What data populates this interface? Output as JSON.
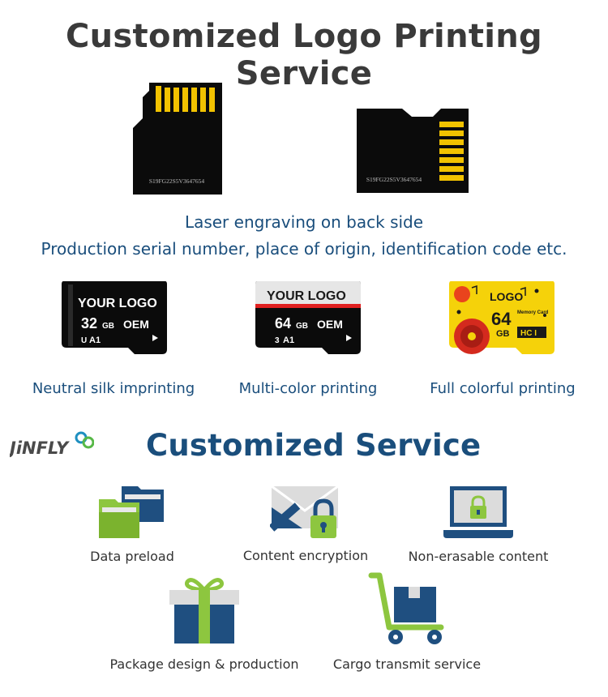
{
  "title": "Customized Logo Printing Service",
  "cards_back": {
    "serial_left": "S19FG22S5V3647654",
    "serial_right": "S19FG22S5V3647654"
  },
  "engraving": {
    "line1": "Laser engraving on back side",
    "line2": "Production serial number, place of origin, identification code etc."
  },
  "printing_options": [
    {
      "label": "Neutral silk imprinting",
      "logo": "YOUR LOGO",
      "capacity": "32",
      "unit": "GB",
      "brand": "OEM",
      "class": "A1"
    },
    {
      "label": "Multi-color printing",
      "logo": "YOUR LOGO",
      "capacity": "64",
      "unit": "GB",
      "brand": "OEM",
      "class": "A1"
    },
    {
      "label": "Full colorful printing",
      "logo": "LOGO",
      "capacity": "64",
      "unit": "GB",
      "card_text": "Memory Card",
      "badge": "HC I"
    }
  ],
  "brand": {
    "logo_text": "JiNFLY"
  },
  "service_title": "Customized Service",
  "services": [
    {
      "label": "Data preload",
      "icon": "folders-icon"
    },
    {
      "label": "Content encryption",
      "icon": "envelope-lock-icon"
    },
    {
      "label": "Non-erasable content",
      "icon": "laptop-lock-icon"
    },
    {
      "label": "Package design & production",
      "icon": "gift-box-icon"
    },
    {
      "label": "Cargo transmit service",
      "icon": "hand-truck-icon"
    }
  ],
  "colors": {
    "title": "#3a3a3a",
    "accent_blue": "#1a4e7c",
    "green": "#8dc63f",
    "gold": "#f2c200"
  }
}
